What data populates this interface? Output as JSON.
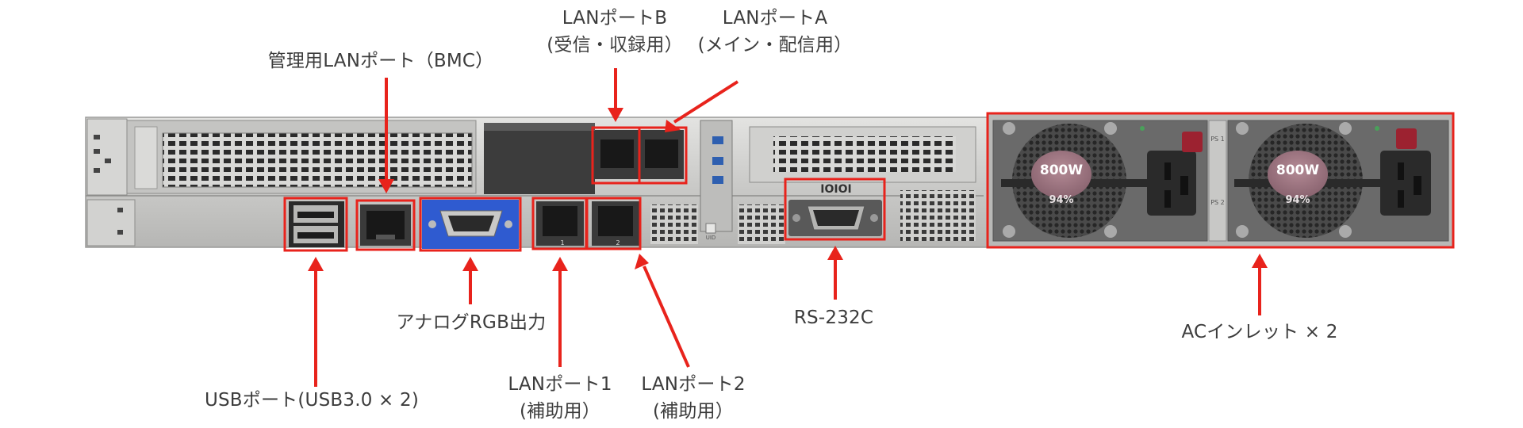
{
  "labels": {
    "bmc": "管理用LANポート（BMC）",
    "lan_b_title": "LANポートB",
    "lan_b_sub": "(受信・収録用）",
    "lan_a_title": "LANポートA",
    "lan_a_sub": "(メイン・配信用）",
    "usb": "USBポート(USB3.0 × 2)",
    "vga": "アナログRGB出力",
    "lan1_title": "LANポート1",
    "lan1_sub": "(補助用）",
    "lan2_title": "LANポート2",
    "lan2_sub": "(補助用）",
    "rs232c": "RS-232C",
    "ac": "ACインレット × 2"
  },
  "device": {
    "psu_watt": "800W",
    "psu_eff": "94%",
    "serial_marking": "IOIOI",
    "uid_marking": "UID",
    "psu1_marking": "PS 1",
    "psu2_marking": "PS 2",
    "lan1_marking": "1",
    "lan2_marking": "2"
  },
  "colors": {
    "callout": "#e8231c",
    "chassis": "#c9c9c7",
    "vga_blue": "#2f5bd0",
    "text": "#3c3c3c"
  }
}
